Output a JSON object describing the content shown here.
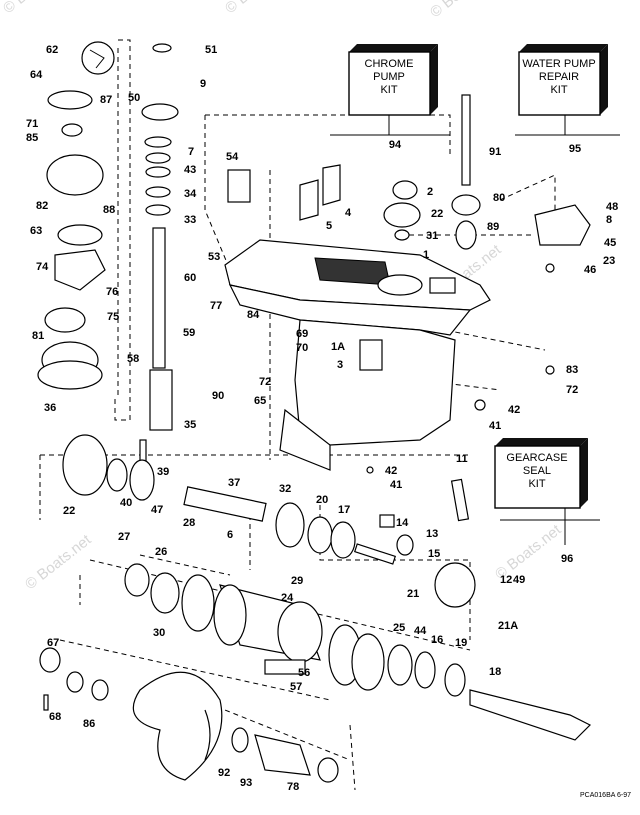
{
  "watermarks": [
    "© Boats.net",
    "© Boats.net",
    "© Boats.net",
    "© Boats.net",
    "© Boats.net",
    "© Boats.net"
  ],
  "kits": {
    "chrome_pump": {
      "lines": [
        "CHROME",
        "PUMP",
        "KIT"
      ],
      "ref": "94"
    },
    "water_pump": {
      "lines": [
        "WATER PUMP",
        "REPAIR",
        "KIT"
      ],
      "ref": "95"
    },
    "gearcase_seal": {
      "lines": [
        "GEARCASE",
        "SEAL",
        "KIT"
      ],
      "ref": "96"
    }
  },
  "drawing_code": "PCA016BA   6-97",
  "callouts": [
    "62",
    "51",
    "64",
    "9",
    "87",
    "50",
    "71",
    "85",
    "7",
    "43",
    "82",
    "34",
    "88",
    "33",
    "54",
    "63",
    "60",
    "53",
    "74",
    "76",
    "75",
    "81",
    "59",
    "58",
    "36",
    "35",
    "39",
    "22",
    "40",
    "47",
    "37",
    "27",
    "28",
    "26",
    "6",
    "30",
    "32",
    "20",
    "17",
    "24",
    "29",
    "14",
    "13",
    "15",
    "21",
    "12",
    "49",
    "21A",
    "16",
    "44",
    "25",
    "19",
    "18",
    "96",
    "56",
    "57",
    "67",
    "68",
    "86",
    "92",
    "93",
    "78",
    "2",
    "22",
    "31",
    "4",
    "5",
    "80",
    "89",
    "91",
    "48",
    "8",
    "45",
    "23",
    "46",
    "1",
    "77",
    "84",
    "69",
    "70",
    "72",
    "90",
    "65",
    "1A",
    "3",
    "83",
    "72",
    "42",
    "41",
    "42",
    "41",
    "11",
    "94",
    "95"
  ],
  "colors": {
    "ink": "#000000",
    "paper": "#ffffff",
    "kit_box_shadow": "#111111",
    "watermark": "#d7d7d7"
  }
}
